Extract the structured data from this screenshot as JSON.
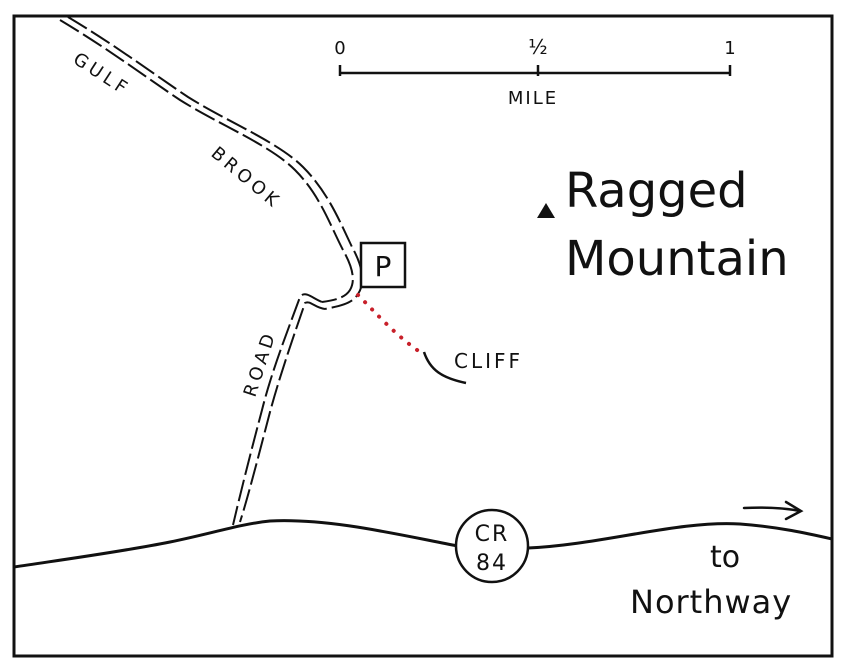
{
  "colors": {
    "ink": "#111111",
    "background": "#ffffff",
    "trail": "#c8202a"
  },
  "scale_bar": {
    "ticks": [
      "0",
      "½",
      "1"
    ],
    "unit": "MILE"
  },
  "labels": {
    "road_words": [
      "GULF",
      "BROOK",
      "ROAD"
    ],
    "peak_name_line1": "Ragged",
    "peak_name_line2": "Mountain",
    "parking": "P",
    "cliff": "CLIFF",
    "route_shield_line1": "CR",
    "route_shield_line2": "84",
    "destination_line1": "to",
    "destination_line2": "Northway"
  },
  "icons": {
    "peak": "triangle-peak-icon",
    "parking": "parking-box-icon",
    "direction": "right-arrow-icon"
  }
}
